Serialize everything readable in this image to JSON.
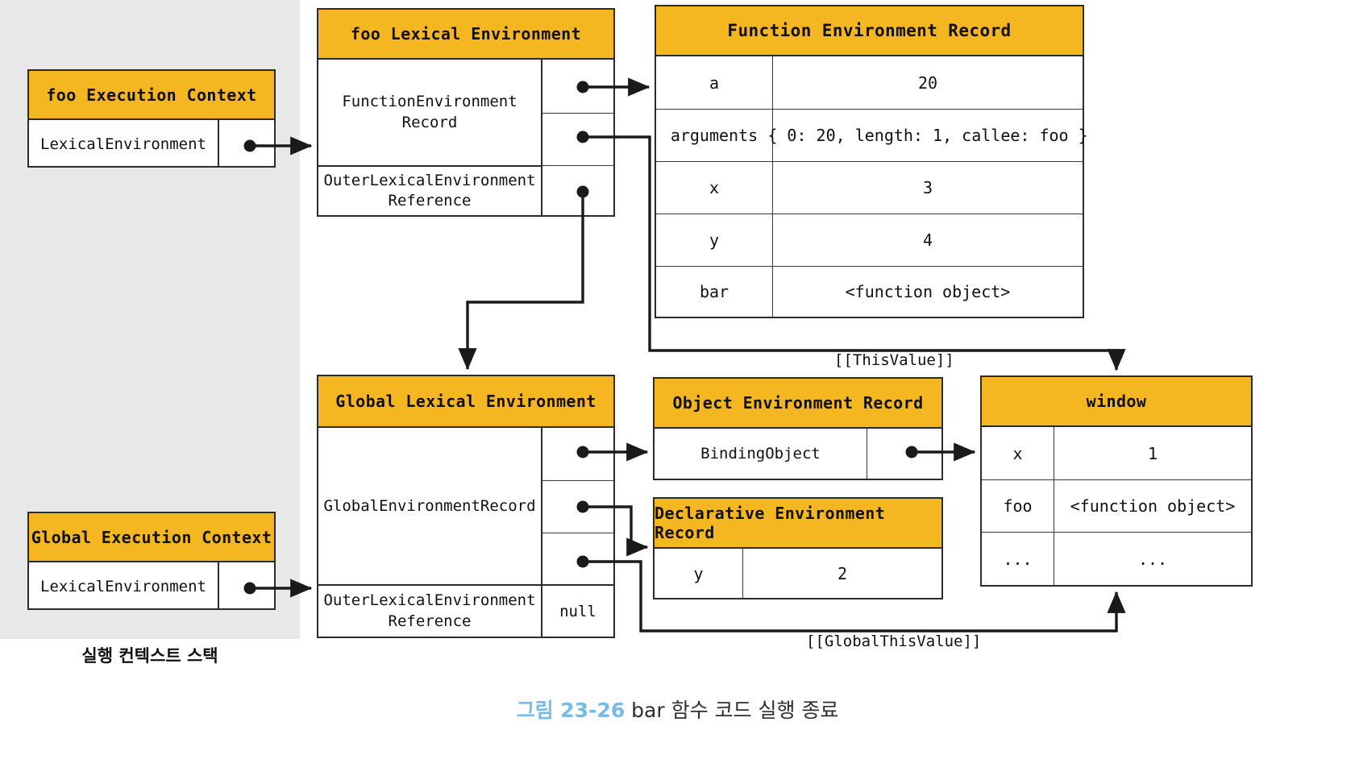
{
  "figure": {
    "caption_number": "그림 23-26",
    "caption_text": " bar 함수 코드 실행 종료",
    "caption_number_color": "#74bce8"
  },
  "theme": {
    "header_gold": "#f5b721",
    "border_dark": "#2b2b2b",
    "stack_bg": "#e8e8e8"
  },
  "stack": {
    "label": "실행 컨텍스트 스택",
    "frames": [
      {
        "title": "foo Execution Context",
        "field": "LexicalEnvironment",
        "pointer": true
      },
      {
        "title": "Global Execution Context",
        "field": "LexicalEnvironment",
        "pointer": true
      }
    ]
  },
  "foo_lexical_environment": {
    "title": "foo Lexical Environment",
    "rows": [
      {
        "label": "FunctionEnvironment\nRecord",
        "slots": 2
      },
      {
        "label": "OuterLexicalEnvironment\nReference",
        "slots": 1
      }
    ]
  },
  "function_environment_record": {
    "title": "Function Environment Record",
    "columns": [
      "binding",
      "value"
    ],
    "rows": [
      {
        "binding": "a",
        "value": "20"
      },
      {
        "binding": "arguments",
        "value": "{ 0: 20, length: 1, callee: foo }"
      },
      {
        "binding": "x",
        "value": "3"
      },
      {
        "binding": "y",
        "value": "4"
      },
      {
        "binding": "bar",
        "value": "<function object>"
      }
    ]
  },
  "global_lexical_environment": {
    "title": "Global Lexical Environment",
    "rows": [
      {
        "label": "GlobalEnvironmentRecord",
        "slots": 3,
        "value": ""
      },
      {
        "label": "OuterLexicalEnvironment\nReference",
        "slots": 1,
        "value": "null"
      }
    ]
  },
  "object_environment_record": {
    "title": "Object Environment Record",
    "rows": [
      {
        "label": "BindingObject",
        "pointer": true
      }
    ]
  },
  "declarative_environment_record": {
    "title": "Declarative Environment Record",
    "rows": [
      {
        "binding": "y",
        "value": "2"
      }
    ]
  },
  "window_object": {
    "title": "window",
    "rows": [
      {
        "binding": "x",
        "value": "1"
      },
      {
        "binding": "foo",
        "value": "<function object>"
      },
      {
        "binding": "...",
        "value": "..."
      }
    ]
  },
  "wire_labels": {
    "this_value": "[[ThisValue]]",
    "global_this_value": "[[GlobalThisValue]]"
  }
}
